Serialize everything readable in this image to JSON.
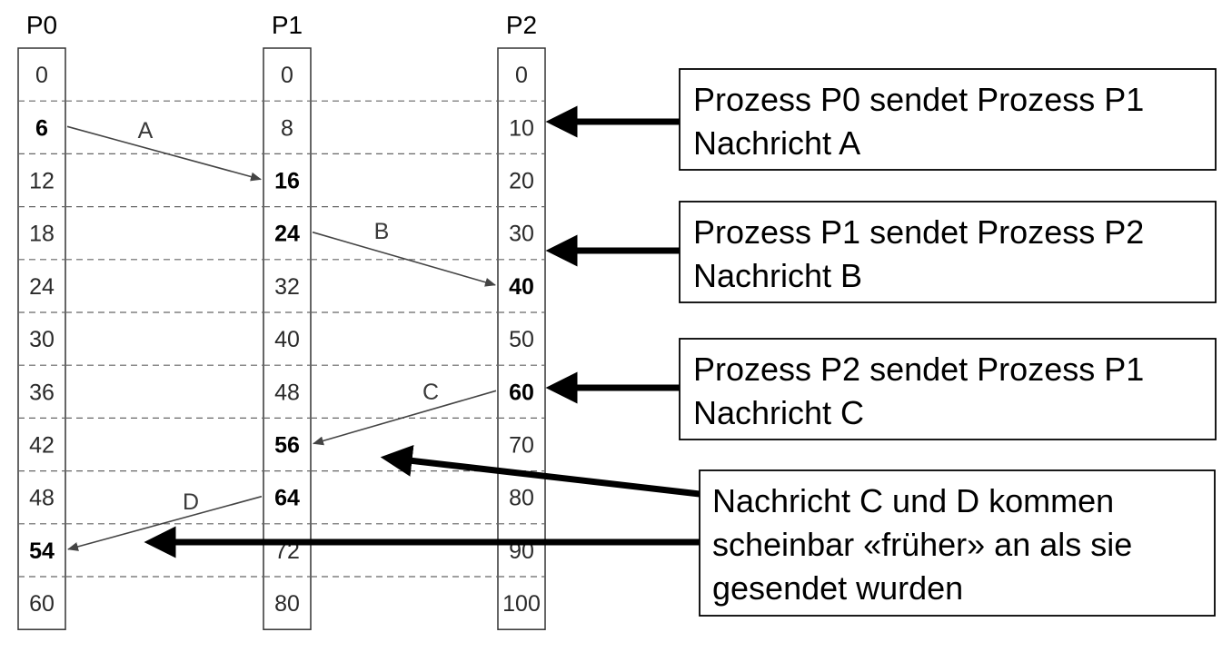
{
  "processes": [
    {
      "name": "P0",
      "clock": [
        "0",
        "6",
        "12",
        "18",
        "24",
        "30",
        "36",
        "42",
        "48",
        "54",
        "60"
      ],
      "bold": [
        1,
        9
      ]
    },
    {
      "name": "P1",
      "clock": [
        "0",
        "8",
        "16",
        "24",
        "32",
        "40",
        "48",
        "56",
        "64",
        "72",
        "80"
      ],
      "bold": [
        2,
        3,
        7,
        8
      ]
    },
    {
      "name": "P2",
      "clock": [
        "0",
        "10",
        "20",
        "30",
        "40",
        "50",
        "60",
        "70",
        "80",
        "90",
        "100"
      ],
      "bold": [
        4,
        6
      ]
    }
  ],
  "messages": [
    {
      "label": "A",
      "from": 0,
      "from_row": 1,
      "to": 1,
      "to_row": 2
    },
    {
      "label": "B",
      "from": 1,
      "from_row": 3,
      "to": 2,
      "to_row": 4
    },
    {
      "label": "C",
      "from": 2,
      "from_row": 6,
      "to": 1,
      "to_row": 7
    },
    {
      "label": "D",
      "from": 1,
      "from_row": 8,
      "to": 0,
      "to_row": 9
    }
  ],
  "notes": [
    {
      "lines": [
        "Prozess P0 sendet Prozess P1",
        "Nachricht A"
      ]
    },
    {
      "lines": [
        "Prozess P1 sendet Prozess P2",
        "Nachricht B"
      ]
    },
    {
      "lines": [
        "Prozess P2 sendet Prozess P1",
        "Nachricht C"
      ]
    },
    {
      "lines": [
        "Nachricht C und D kommen",
        "scheinbar «früher» an als sie",
        "gesendet wurden"
      ]
    }
  ]
}
